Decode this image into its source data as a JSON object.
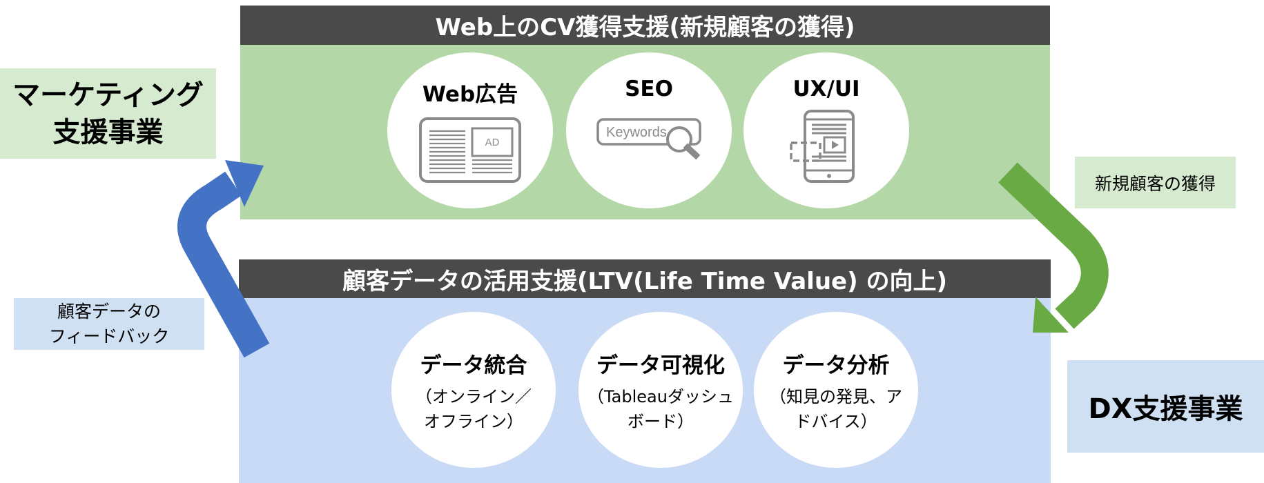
{
  "top_section": {
    "title": "Web上のCV獲得支援(新規顧客の獲得)",
    "items": [
      {
        "label": "Web広告",
        "icon": "web-ad-icon",
        "icon_text": "AD"
      },
      {
        "label": "SEO",
        "icon": "keyword-search-icon",
        "icon_text": "Keywords"
      },
      {
        "label": "UX/UI",
        "icon": "mobile-ui-icon"
      }
    ]
  },
  "bottom_section": {
    "title": "顧客データの活用支援(LTV(Life Time Value) の向上)",
    "items": [
      {
        "label": "データ統合",
        "sub": "（オンライン／\nオフライン）"
      },
      {
        "label": "データ可視化",
        "sub": "（Tableauダッシュ\nボード）"
      },
      {
        "label": "データ分析",
        "sub": "（知見の発見、ア\nドバイス）"
      }
    ]
  },
  "labels": {
    "marketing": "マーケティング\n支援事業",
    "dx": "DX支援事業",
    "new_customer": "新規顧客の獲得",
    "feedback": "顧客データの\nフィードバック"
  },
  "colors": {
    "title_band": "#4a4a4a",
    "green_panel": "#b4d7a8",
    "blue_panel": "#c8daf5",
    "green_arrow": "#6aaa45",
    "blue_arrow": "#4472c4",
    "marketing_label_bg": "#d6ead0",
    "dx_label_bg": "#cfe0f3"
  }
}
